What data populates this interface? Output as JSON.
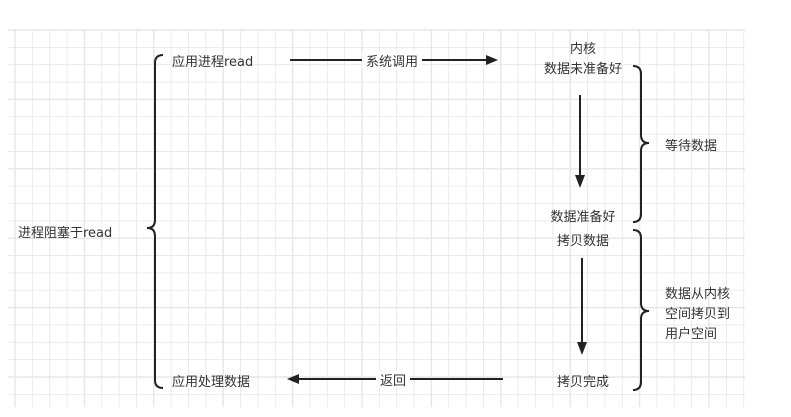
{
  "labels": {
    "blocked": "进程阻塞于read",
    "app_read": "应用进程read",
    "syscall": "系统调用",
    "kernel": "内核",
    "not_ready": "数据未准备好",
    "wait": "等待数据",
    "ready": "数据准备好",
    "copy": "拷贝数据",
    "copy_desc": [
      "数据从内核",
      "空间拷贝到",
      "用户空间"
    ],
    "copy_done": "拷贝完成",
    "return": "返回",
    "app_process": "应用处理数据"
  },
  "colors": {
    "grid": "#e6e6e6",
    "line": "#222222",
    "text": "#333333"
  }
}
